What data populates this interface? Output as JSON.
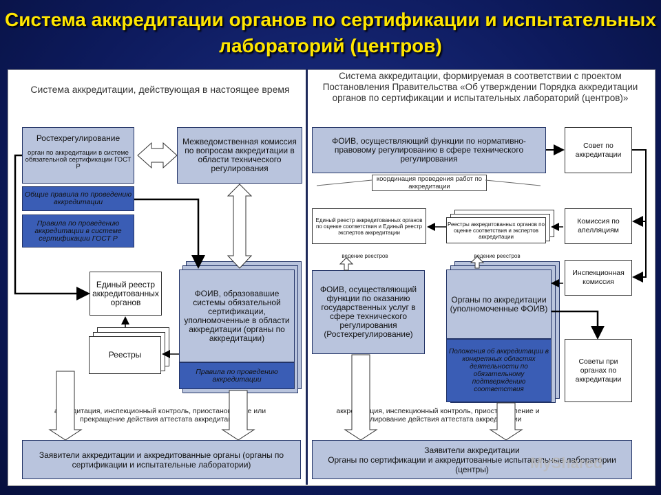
{
  "title": "Система аккредитации органов по сертификации и испытательных лабораторий (центров)",
  "left": {
    "header": "Система аккредитации, действующая в настоящее время",
    "rostech_title": "Ростехрегулирование",
    "rostech_sub": "орган по аккредитации в системе обязательной сертификации ГОСТ Р",
    "rules_general": "Общие правила по проведению аккредитации",
    "rules_gost": "Правила по проведению аккредитации в системе сертификации ГОСТ Р",
    "commission": "Межведомственная комиссия по вопросам аккредитации в области технического регулирования",
    "registry": "Единый реестр аккредитованных органов",
    "registries": "Реестры",
    "foiv": "ФОИВ, образовавшие системы обязательной сертификации, уполномоченные в области аккредитации (органы по аккредитации)",
    "foiv_rules": "Правила по проведению аккредитации",
    "actions": "аккредитация, инспекционный контроль, приостановление или прекращение действия аттестата аккредитации",
    "applicants": "Заявители аккредитации и аккредитованные органы (органы по сертификации и испытательные лаборатории)"
  },
  "right": {
    "header": "Система аккредитации, формируемая в соответствии с проектом Постановления Правительства «Об утверждении Порядка аккредитации органов по сертификации и испытательных лабораторий (центров)»",
    "foiv_reg": "ФОИВ, осуществляющий функции по нормативно-правовому регулированию в сфере технического регулирования",
    "council": "Совет по аккредитации",
    "coordination": "координация проведения работ по аккредитации",
    "unified_registry": "Единый реестр аккредитованных органов по оценке соответствия и Единый реестр экспертов аккредитации",
    "registries": "Реестры аккредитованных органов по оценке соответствия и экспертов аккредитации",
    "appeals": "Комиссия по апелляциям",
    "registry_keeping_1": "ведение реестров",
    "registry_keeping_2": "ведение реестров",
    "inspection": "Инспекционная комиссия",
    "foiv_services": "ФОИВ, осуществляющий функции по оказанию государственных услуг в сфере технического регулирования (Ростехрегулирование)",
    "bodies": "Органы по аккредитации (уполномоченные ФОИВ)",
    "provisions": "Положения об аккредитации в конкретных областях деятельности по обязательному подтверждению соответствия",
    "councils": "Советы при органах по аккредитации",
    "actions": "аккредитация, инспекционный контроль, приостановление и аннулирование действия аттестата аккредитации",
    "applicants_1": "Заявители аккредитации",
    "applicants_2": "Органы по сертификации и аккредитованные испытательные лаборатории (центры)"
  },
  "watermark": "MyShared"
}
